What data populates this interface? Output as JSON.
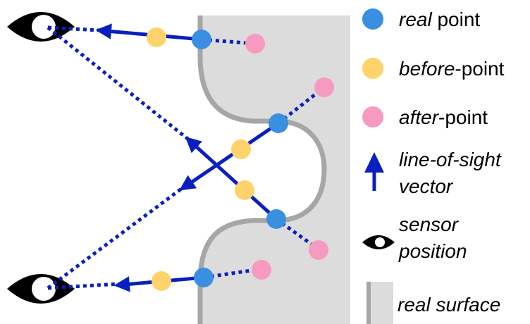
{
  "colors": {
    "real_point": "#3b8fe0",
    "before_point": "#ffd36b",
    "after_point": "#f79ac0",
    "vector": "#0a1fbf",
    "surface_fill": "#dcdcdc",
    "surface_edge": "#a6a6a6",
    "eye": "#000000"
  },
  "legend": {
    "real": {
      "italic": "real",
      "rest": " point"
    },
    "before": {
      "italic": "before",
      "rest": "-point"
    },
    "after": {
      "italic": "after",
      "rest": "-point"
    },
    "vector": {
      "line1": "line-of-sight",
      "line2": "vector"
    },
    "sensor": {
      "line1": "sensor",
      "line2": "position"
    },
    "surface": {
      "text": "real surface"
    }
  },
  "icons": [
    "eye-icon",
    "arrow-up-icon",
    "circle-icon",
    "surface-swatch"
  ]
}
